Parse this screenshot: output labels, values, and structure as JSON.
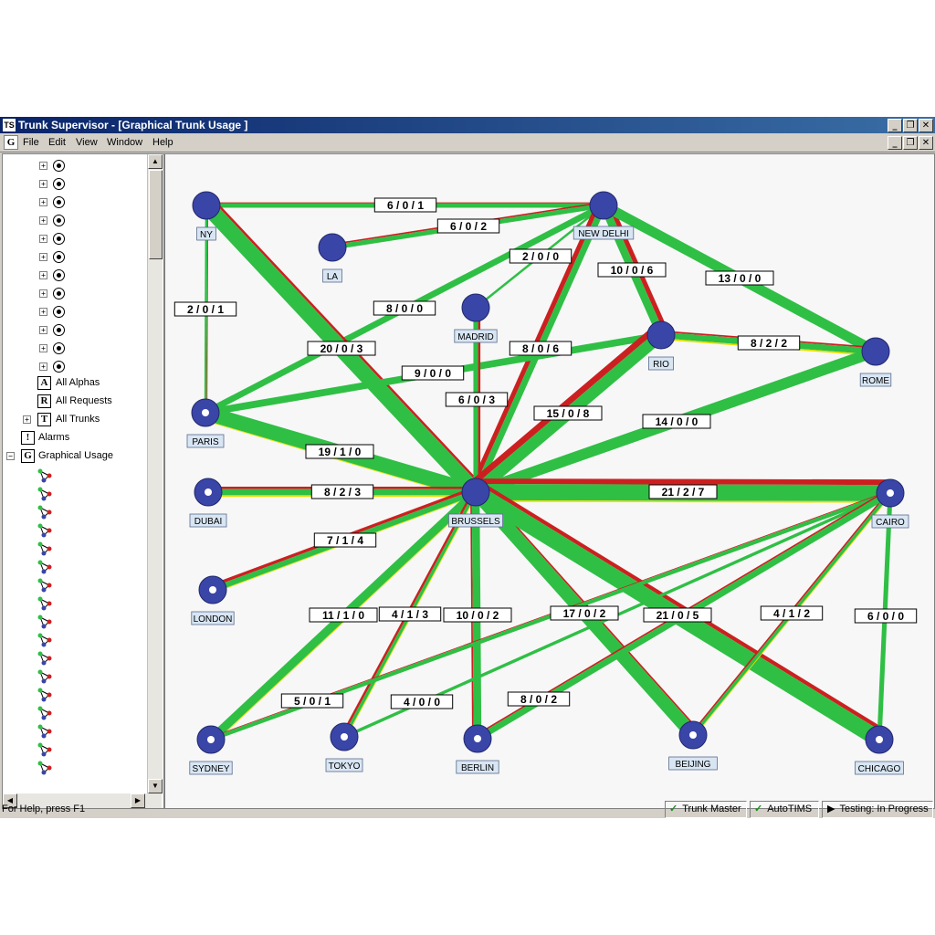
{
  "window": {
    "title": "Trunk Supervisor - [Graphical Trunk Usage ]",
    "app_icon": "TS"
  },
  "menu": {
    "icon": "G",
    "items": [
      {
        "label": "File"
      },
      {
        "label": "Edit"
      },
      {
        "label": "View"
      },
      {
        "label": "Window"
      },
      {
        "label": "Help"
      }
    ]
  },
  "tree": {
    "nodes": [
      {
        "letter": "A",
        "label": "All Alphas"
      },
      {
        "letter": "R",
        "label": "All Requests"
      },
      {
        "letter": "T",
        "label": "All Trunks"
      },
      {
        "letter": "!",
        "label": "Alarms"
      },
      {
        "letter": "G",
        "label": "Graphical Usage"
      }
    ]
  },
  "status": {
    "help": "For Help, press F1",
    "panels": [
      {
        "label": "Trunk Master"
      },
      {
        "label": "AutoTIMS"
      },
      {
        "label": "Testing: In Progress"
      }
    ]
  },
  "colors": {
    "trunk_green": "#2fbf45",
    "trunk_red": "#cc2020",
    "trunk_yellow": "#e8e000",
    "node_blue": "#3a45a8",
    "label_bg": "#d8e6f4"
  },
  "graph": {
    "nodes": [
      {
        "name": "NY"
      },
      {
        "name": "NEW DELHI"
      },
      {
        "name": "LA"
      },
      {
        "name": "MADRID"
      },
      {
        "name": "RIO"
      },
      {
        "name": "ROME"
      },
      {
        "name": "PARIS"
      },
      {
        "name": "BRUSSELS"
      },
      {
        "name": "DUBAI"
      },
      {
        "name": "CAIRO"
      },
      {
        "name": "LONDON"
      },
      {
        "name": "SYDNEY"
      },
      {
        "name": "TOKYO"
      },
      {
        "name": "BERLIN"
      },
      {
        "name": "BEIJING"
      },
      {
        "name": "CHICAGO"
      }
    ],
    "links": [
      {
        "from": "NY",
        "to": "NEW DELHI",
        "label": "6 / 0 / 1"
      },
      {
        "from": "LA",
        "to": "NEW DELHI",
        "label": "6 / 0 / 2"
      },
      {
        "from": "MADRID",
        "to": "NEW DELHI",
        "label": "2 / 0 / 0"
      },
      {
        "from": "NEW DELHI",
        "to": "RIO",
        "label": "10 / 0 / 6"
      },
      {
        "from": "NEW DELHI",
        "to": "ROME",
        "label": "13 / 0 / 0"
      },
      {
        "from": "NY",
        "to": "PARIS",
        "label": "2 / 0 / 1"
      },
      {
        "from": "PARIS",
        "to": "NEW DELHI",
        "label": "8 / 0 / 0"
      },
      {
        "from": "NY",
        "to": "BRUSSELS",
        "label": "20 / 0 / 3"
      },
      {
        "from": "BRUSSELS",
        "to": "NEW DELHI",
        "label": "8 / 0 / 6"
      },
      {
        "from": "RIO",
        "to": "ROME",
        "label": "8 / 2 / 2"
      },
      {
        "from": "PARIS",
        "to": "RIO",
        "label": "9 / 0 / 0"
      },
      {
        "from": "MADRID",
        "to": "BRUSSELS",
        "label": "6 / 0 / 3"
      },
      {
        "from": "BRUSSELS",
        "to": "RIO",
        "label": "15 / 0 / 8"
      },
      {
        "from": "BRUSSELS",
        "to": "ROME",
        "label": "14 / 0 / 0"
      },
      {
        "from": "PARIS",
        "to": "BRUSSELS",
        "label": "19 / 1 / 0"
      },
      {
        "from": "DUBAI",
        "to": "BRUSSELS",
        "label": "8 / 2 / 3"
      },
      {
        "from": "BRUSSELS",
        "to": "CAIRO",
        "label": "21 / 2 / 7"
      },
      {
        "from": "LONDON",
        "to": "BRUSSELS",
        "label": "7 / 1 / 4"
      },
      {
        "from": "SYDNEY",
        "to": "BRUSSELS",
        "label": "11 / 1 / 0"
      },
      {
        "from": "TOKYO",
        "to": "BRUSSELS",
        "label": "4 / 1 / 3"
      },
      {
        "from": "BERLIN",
        "to": "BRUSSELS",
        "label": "10 / 0 / 2"
      },
      {
        "from": "BRUSSELS",
        "to": "BEIJING",
        "label": "17 / 0 / 2"
      },
      {
        "from": "BRUSSELS",
        "to": "CHICAGO",
        "label": "21 / 0 / 5"
      },
      {
        "from": "BEIJING",
        "to": "CAIRO",
        "label": "4 / 1 / 2"
      },
      {
        "from": "CHICAGO",
        "to": "CAIRO",
        "label": "6 / 0 / 0"
      },
      {
        "from": "SYDNEY",
        "to": "CAIRO",
        "label": "5 / 0 / 1"
      },
      {
        "from": "TOKYO",
        "to": "CAIRO",
        "label": "4 / 0 / 0"
      },
      {
        "from": "BERLIN",
        "to": "CAIRO",
        "label": "8 / 0 / 2"
      }
    ]
  }
}
